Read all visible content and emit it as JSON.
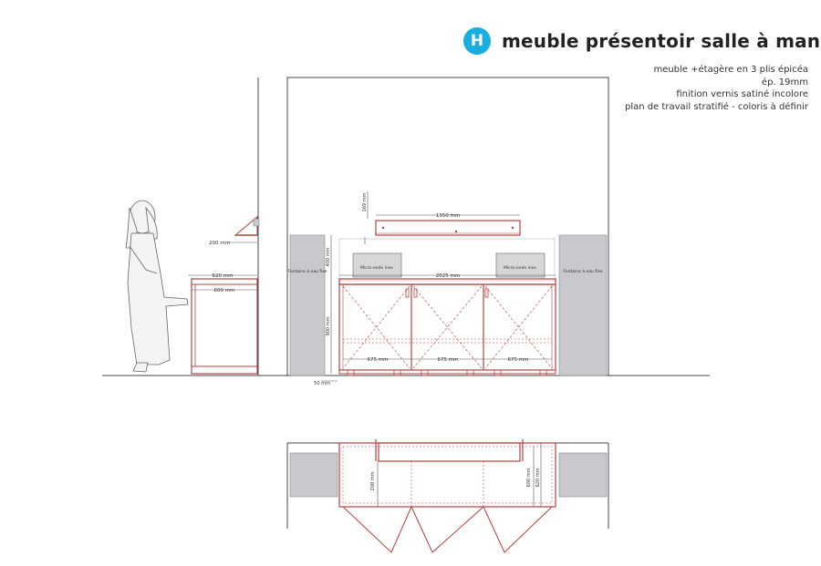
{
  "header": {
    "badge_letter": "H",
    "title": "meuble présentoir salle à manger"
  },
  "notes": [
    "meuble +étagère en 3 plis épicéa",
    "ép. 19mm",
    "finition vernis satiné incolore",
    "plan de travail stratifié - coloris à définir"
  ],
  "dimensions": {
    "shelf_width": "1350 mm",
    "shelf_height": "169 mm",
    "side_depth_top": "200 mm",
    "side_depth_top_counter": "620 mm",
    "side_depth_cabinet": "600 mm",
    "counter_width": "2025 mm",
    "counter_height": "900 mm",
    "upper_height": "400 mm",
    "door_1": "675 mm",
    "door_2": "675 mm",
    "door_3": "675 mm",
    "plinth": "50 mm",
    "plan_depth_left": "208 mm",
    "plan_depth_right_1": "600 mm",
    "plan_depth_right_2": "620 mm"
  },
  "labels": {
    "fountain_left": "Fontaine à eau fixe",
    "fountain_right": "Fontaine à eau fixe",
    "micro_left": "Micro-onde inox",
    "micro_right": "Micro-onde inox"
  },
  "colors": {
    "accent": "#1aaee0",
    "furniture_line": "#b5433f",
    "panel_grey": "#c7c9cc",
    "line": "#444444"
  }
}
